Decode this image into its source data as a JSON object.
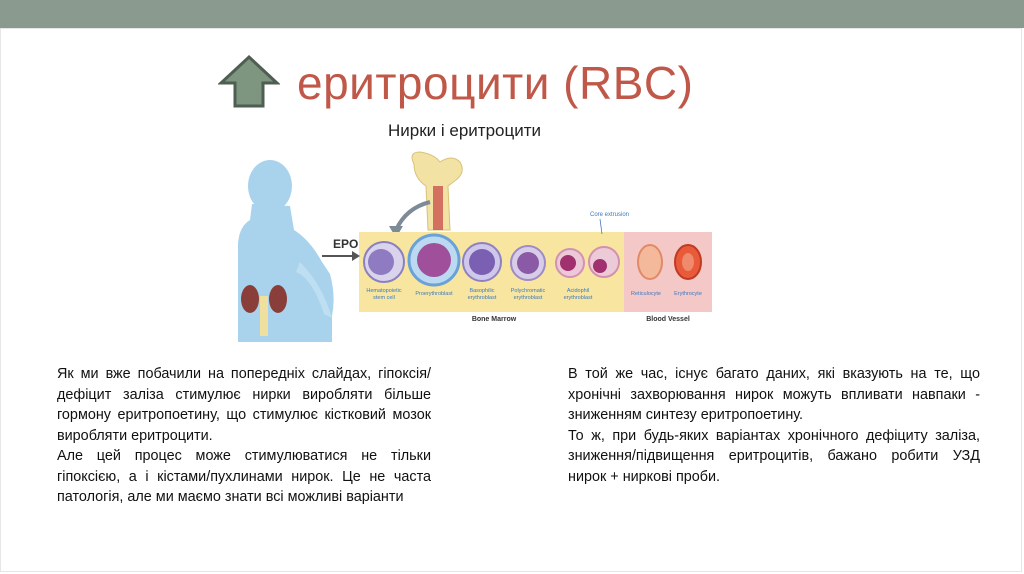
{
  "title": "еритроцити (RBC)",
  "subtitle": "Нирки і еритроцити",
  "figure": {
    "epo_label": "EPO",
    "core_extrusion_label": "Core extrusion",
    "bone_marrow_label": "Bone Marrow",
    "blood_vessel_label": "Blood Vessel",
    "cells": [
      {
        "label1": "Hematopoietic",
        "label2": "stem cell"
      },
      {
        "label1": "Proerythroblast",
        "label2": ""
      },
      {
        "label1": "Basophilic",
        "label2": "erythroblast"
      },
      {
        "label1": "Polychromatic",
        "label2": "erythroblast"
      },
      {
        "label1": "Acidophil",
        "label2": "erythroblast"
      },
      {
        "label1": "Reticulocyte",
        "label2": ""
      },
      {
        "label1": "Erythrocyte",
        "label2": ""
      }
    ]
  },
  "left_column": {
    "p1": "Як ми вже побачили на попередніх слайдах, гіпоксія/дефіцит заліза стимулює нирки виробляти більше гормону еритропоетину, що стимулює кістковий мозок виробляти еритроцити.",
    "p2": "Але цей процес може стимулюватися не тільки гіпоксією, а і кістами/пухлинами нирок. Це не часта патологія, але ми маємо знати всі можливі варіанти"
  },
  "right_column": {
    "p1": "В той же час, існує багато даних, які вказують на те, що хронічні захворювання нирок можуть впливати навпаки - зниженням синтезу еритропоетину.",
    "p2": "То ж, при будь-яких варіантах хронічного дефіциту заліза, зниження/підвищення еритроцитів, бажано робити УЗД нирок + ниркові проби."
  },
  "colors": {
    "top_bar": "#8a9a8e",
    "title": "#c0584a",
    "arrow_fill": "#7e9580",
    "bone_marrow_band": "#f8e6a0",
    "blood_vessel_band": "#f4c8c6"
  }
}
